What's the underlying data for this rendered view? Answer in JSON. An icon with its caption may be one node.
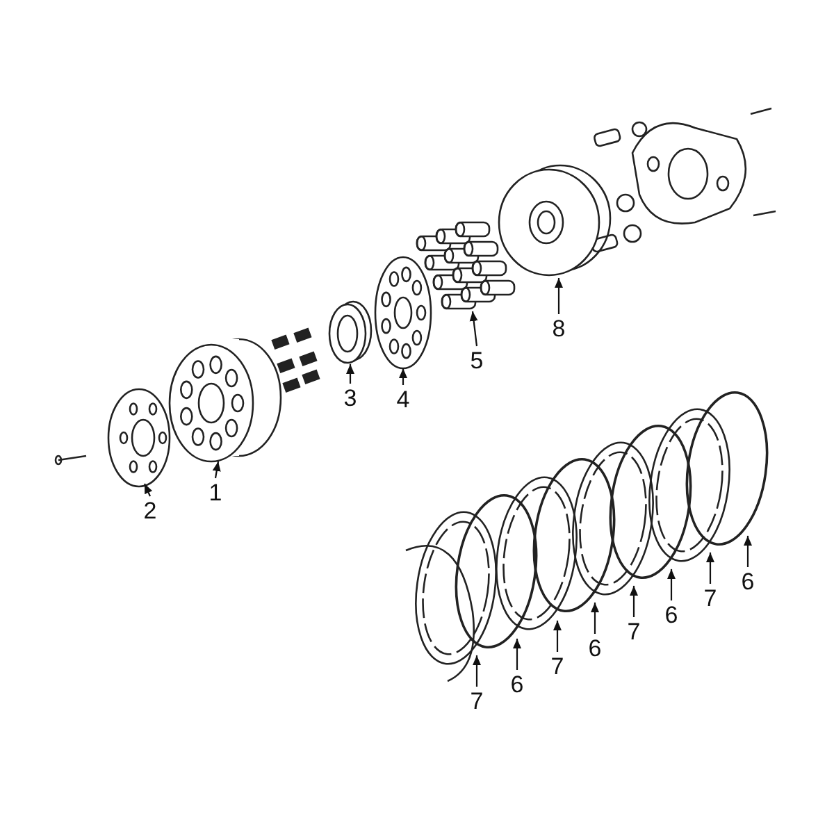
{
  "diagram": {
    "nodes": [
      {
        "text": [
          "2"
        ]
      },
      {
        "text": [
          "1"
        ]
      },
      {
        "text": [
          "3"
        ]
      },
      {
        "text": [
          "4"
        ]
      },
      {
        "text": [
          "5"
        ]
      },
      {
        "text": [
          "8"
        ]
      },
      {
        "text": [
          "7"
        ]
      },
      {
        "text": [
          "6"
        ]
      },
      {
        "text": [
          "7"
        ]
      },
      {
        "text": [
          "6"
        ]
      },
      {
        "text": [
          "7"
        ]
      },
      {
        "text": [
          "6"
        ]
      },
      {
        "text": [
          "7"
        ]
      },
      {
        "text": [
          "6"
        ]
      },
      {
        "text": [],
        "shape": "picture"
      },
      {
        "text": [],
        "shape": "picture"
      },
      {
        "text": [],
        "shape": "picture"
      },
      {
        "text": [],
        "shape": "picture"
      },
      {
        "text": [],
        "shape": "picture"
      },
      {
        "text": [],
        "shape": "picture"
      },
      {
        "text": [],
        "shape": "picture"
      },
      {
        "text": [],
        "shape": "picture"
      },
      {
        "text": [],
        "shape": "picture"
      },
      {
        "text": [],
        "shape": "picture"
      },
      {
        "text": [],
        "shape": "picture"
      },
      {
        "text": [],
        "shape": "picture"
      },
      {
        "text": [],
        "shape": "picture"
      },
      {
        "text": [],
        "shape": "picture"
      }
    ],
    "edges": [
      {
        "from": 0,
        "to": 14,
        "arrow": "to"
      },
      {
        "from": 1,
        "to": 15,
        "arrow": "to"
      },
      {
        "from": 2,
        "to": 16,
        "arrow": "to"
      },
      {
        "from": 3,
        "to": 17,
        "arrow": "to"
      },
      {
        "from": 4,
        "to": 18,
        "arrow": "to"
      },
      {
        "from": 5,
        "to": 19,
        "arrow": "to"
      },
      {
        "from": 6,
        "to": 20,
        "arrow": "to"
      },
      {
        "from": 7,
        "to": 21,
        "arrow": "to"
      },
      {
        "from": 8,
        "to": 22,
        "arrow": "to"
      },
      {
        "from": 9,
        "to": 23,
        "arrow": "to"
      },
      {
        "from": 10,
        "to": 24,
        "arrow": "to"
      },
      {
        "from": 11,
        "to": 25,
        "arrow": "to"
      },
      {
        "from": 12,
        "to": 26,
        "arrow": "to"
      },
      {
        "from": 13,
        "to": 27,
        "arrow": "to"
      }
    ]
  }
}
